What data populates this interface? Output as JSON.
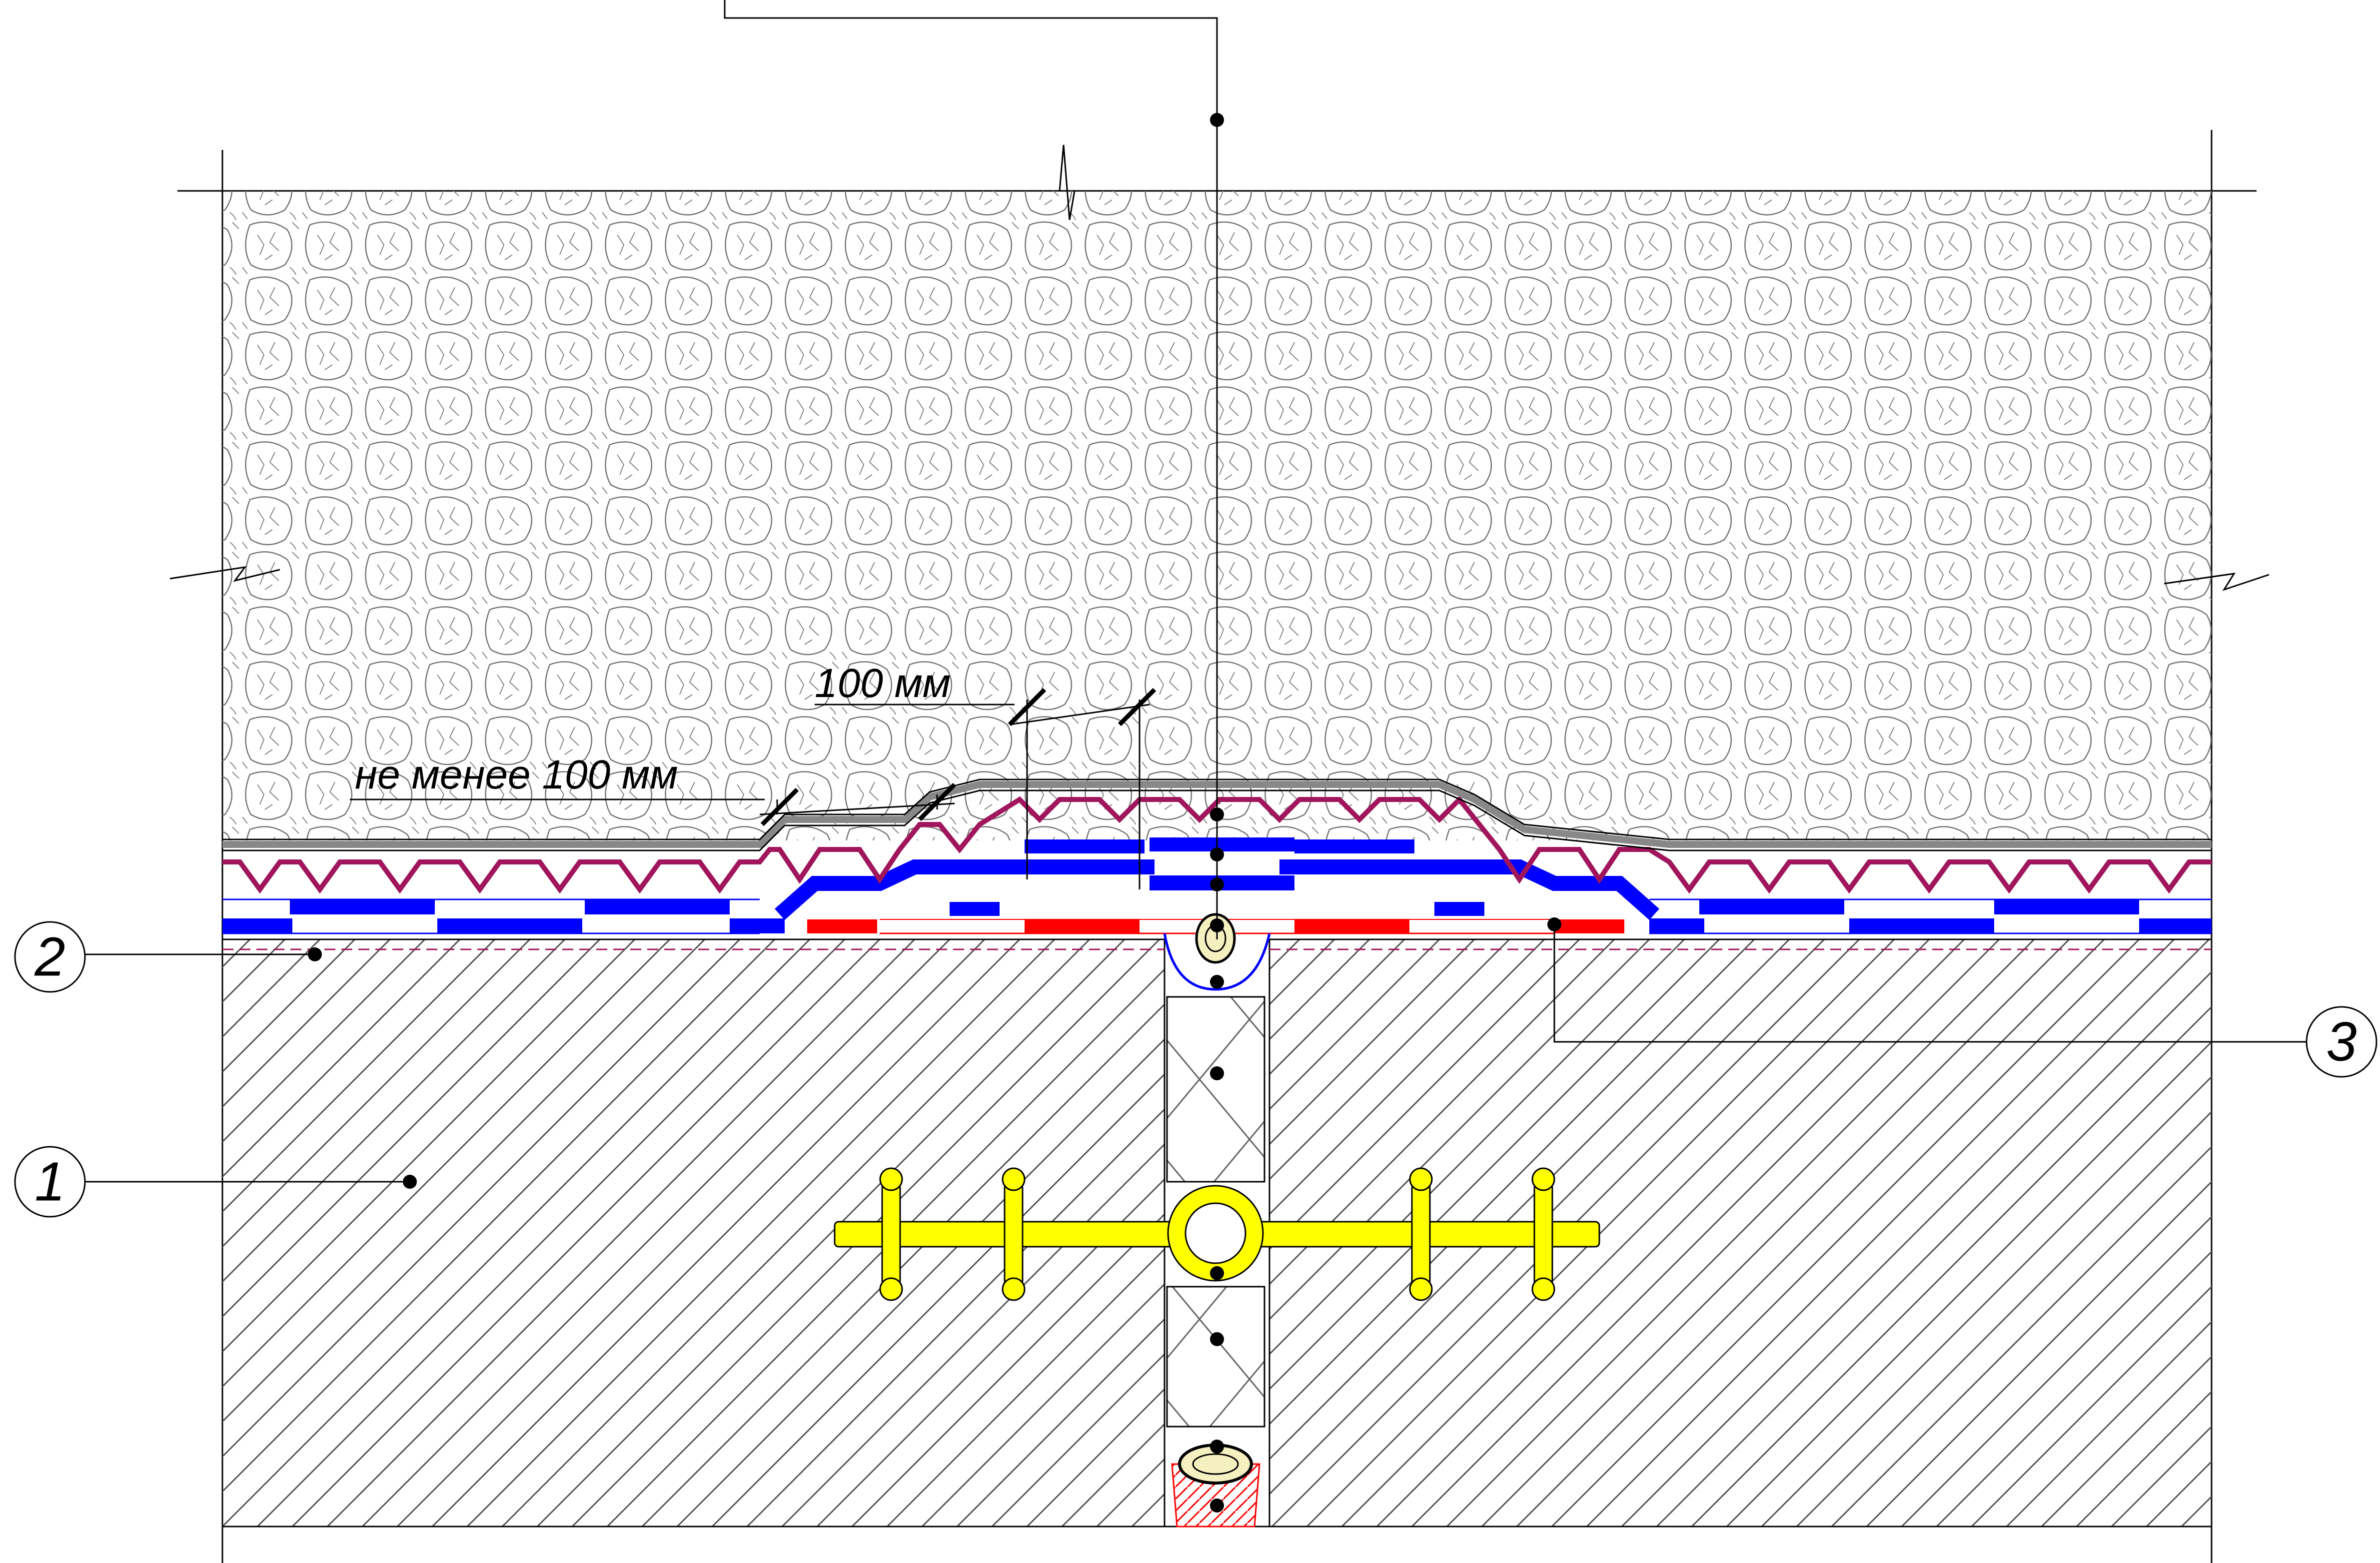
{
  "dimensions": {
    "overlap_label": "100 мм",
    "min_overlap_label": "не менее 100 мм"
  },
  "callouts": [
    {
      "label": "1"
    },
    {
      "label": "2"
    },
    {
      "label": "3"
    }
  ],
  "colors": {
    "drainage_membrane": "#a0155c",
    "waterproofing_blue": "#0000ff",
    "waterproofing_red": "#ff0000",
    "waterstop": "#ffff00",
    "cord": "#f5f0c0",
    "hatch": "#555555",
    "soil_texture": "#777777"
  }
}
